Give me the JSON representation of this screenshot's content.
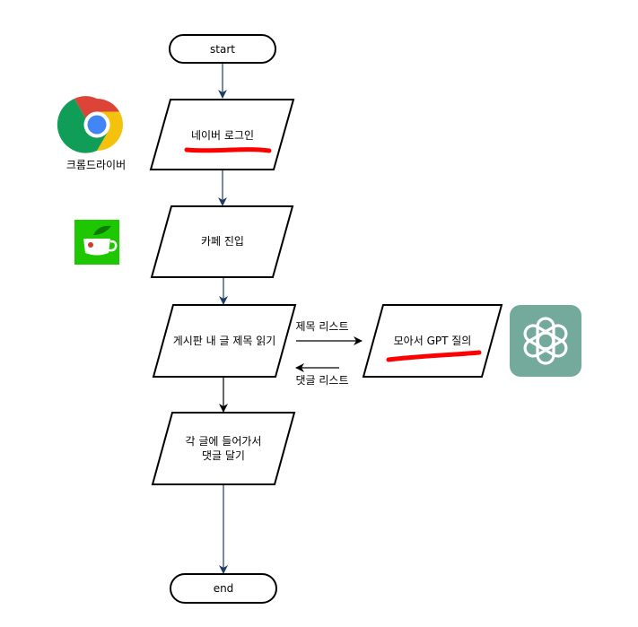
{
  "nodes": {
    "start": "start",
    "login": "네이버 로그인",
    "cafe": "카페 진입",
    "read_line1": "게시판 내 글 제목 읽기",
    "gpt": "모아서 GPT 질의",
    "comment_line1": "각 글에 들어가서",
    "comment_line2": "댓글 달기",
    "end": "end"
  },
  "edges": {
    "titles_to_gpt": "제목 리스트",
    "comments_back": "댓글 리스트"
  },
  "icons": {
    "chrome": {
      "name": "chrome-icon",
      "label": "크롬드라이버"
    },
    "cafe": {
      "name": "naver-cafe-icon"
    },
    "gpt": {
      "name": "openai-icon"
    }
  },
  "colors": {
    "arrow_blue": "#1f3b63",
    "highlight_red": "#ff0000",
    "cafe_green": "#1ec800",
    "openai_teal": "#74aa9c",
    "chrome_red": "#db4437",
    "chrome_yellow": "#f4c20d",
    "chrome_green": "#0f9d58",
    "chrome_blue": "#4285f4"
  }
}
